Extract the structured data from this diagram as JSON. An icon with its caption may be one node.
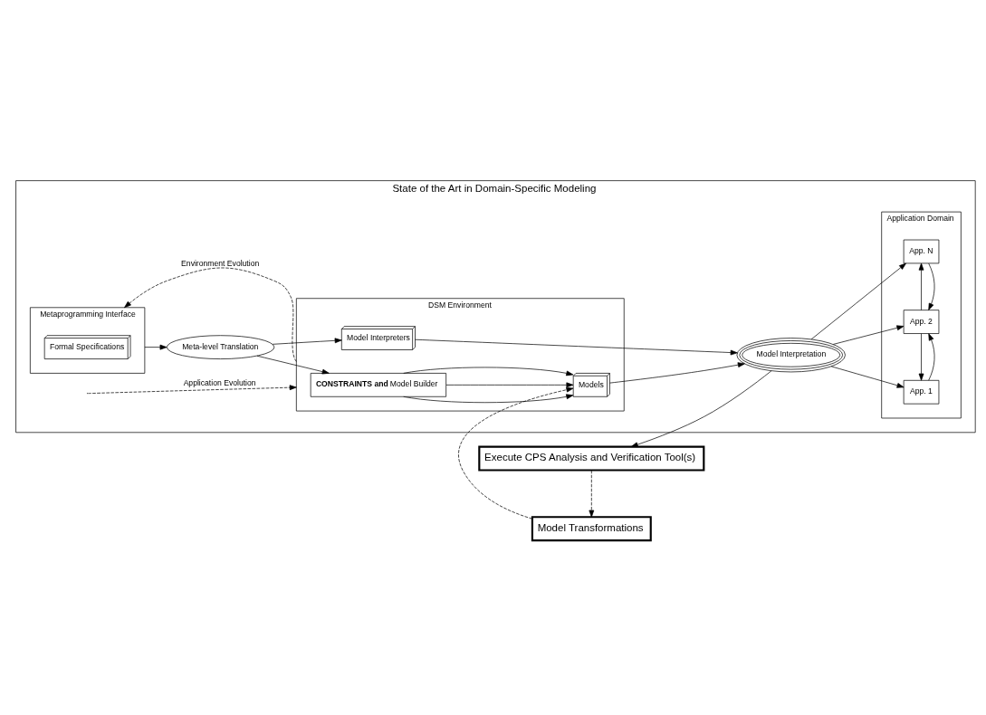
{
  "diagram": {
    "nodes": [
      {
        "text": [
          "State of the Art in Domain-Specific Modeling"
        ]
      },
      {
        "text": [
          "Metaprogramming Interface"
        ],
        "in": 0
      },
      {
        "text": [
          "Formal Specifications"
        ],
        "in": 1
      },
      {
        "text": [
          "Application Domain"
        ],
        "in": 0
      },
      {
        "text": [
          "App. 1"
        ],
        "in": 3
      },
      {
        "text": [
          "App. 2"
        ],
        "in": 3
      },
      {
        "text": [
          "App. N"
        ],
        "in": 3
      },
      {
        "text": [
          "DSM Environment"
        ],
        "in": 0
      },
      {
        "text": [
          "**CONSTRAINTS and** Model Builder"
        ],
        "in": 7
      },
      {
        "text": [
          "Models"
        ],
        "in": 7
      },
      {
        "text": [
          "Model Interpreters"
        ],
        "in": 7
      },
      {
        "text": [
          "Meta-level Translation"
        ],
        "in": 0
      },
      {
        "text": [
          "Model Interpretation"
        ],
        "in": 0
      },
      {
        "text": [
          "Model Transformations"
        ]
      },
      {
        "text": [
          "Execute CPS Analysis and Verification Tool(s)"
        ]
      }
    ],
    "edges": [
      {
        "from": 1,
        "to": 11,
        "arrow": "to"
      },
      {
        "from": 11,
        "to": 8,
        "arrow": "to"
      },
      {
        "from": 11,
        "to": 10,
        "arrow": "to"
      },
      {
        "from": 8,
        "to": 9,
        "arrow": "to"
      },
      {
        "from": 8,
        "to": 9,
        "arrow": "to"
      },
      {
        "from": 8,
        "to": 9,
        "arrow": "to"
      },
      {
        "from": 9,
        "to": 12,
        "arrow": "to"
      },
      {
        "from": 10,
        "to": 12,
        "arrow": "to"
      },
      {
        "from": 12,
        "to": 4,
        "arrow": "to"
      },
      {
        "from": 12,
        "to": 5,
        "arrow": "to"
      },
      {
        "from": 12,
        "to": 6,
        "arrow": "to"
      },
      {
        "from": 4,
        "to": 5,
        "arrow": "to"
      },
      {
        "from": 5,
        "to": 4,
        "arrow": "to"
      },
      {
        "from": 6,
        "to": 5,
        "arrow": "to"
      },
      {
        "from": 5,
        "to": 6,
        "arrow": "to"
      },
      {
        "from": 12,
        "to": 14,
        "arrow": "to"
      },
      {
        "from": 14,
        "to": 13,
        "arrow": "to",
        "style": "dashed"
      },
      {
        "from": 13,
        "to": 9,
        "arrow": "to",
        "style": "dashed"
      },
      {
        "from": 7,
        "to": 1,
        "arrow": "to",
        "style": "dashed",
        "label": "Environment Evolution"
      },
      {
        "from": null,
        "to": 7,
        "arrow": "to",
        "style": "dashed",
        "label": "Application Evolution"
      }
    ]
  }
}
